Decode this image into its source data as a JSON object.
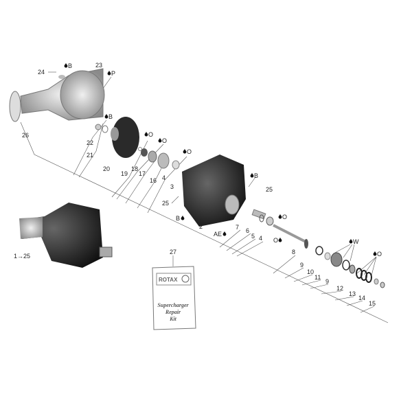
{
  "diagram": {
    "title_kit": [
      "Supercharger",
      "Repair",
      "Kit"
    ],
    "kit_brand": "ROTAX",
    "part_numbers": [
      "24",
      "23",
      "26",
      "22",
      "21",
      "20",
      "19",
      "18",
      "17",
      "16",
      "4",
      "3",
      "25",
      "2",
      "7",
      "6",
      "5",
      "4",
      "25",
      "8",
      "9",
      "10",
      "11",
      "9",
      "12",
      "13",
      "14",
      "15",
      "27",
      "1→25"
    ],
    "lubricants": [
      "B",
      "P",
      "B",
      "O",
      "O",
      "O",
      "B",
      "B",
      "AE",
      "O",
      "O",
      "W",
      "O"
    ],
    "colors": {
      "part_light": "#c9c9c9",
      "part_dark": "#2e2e2e",
      "line": "#555555"
    }
  }
}
